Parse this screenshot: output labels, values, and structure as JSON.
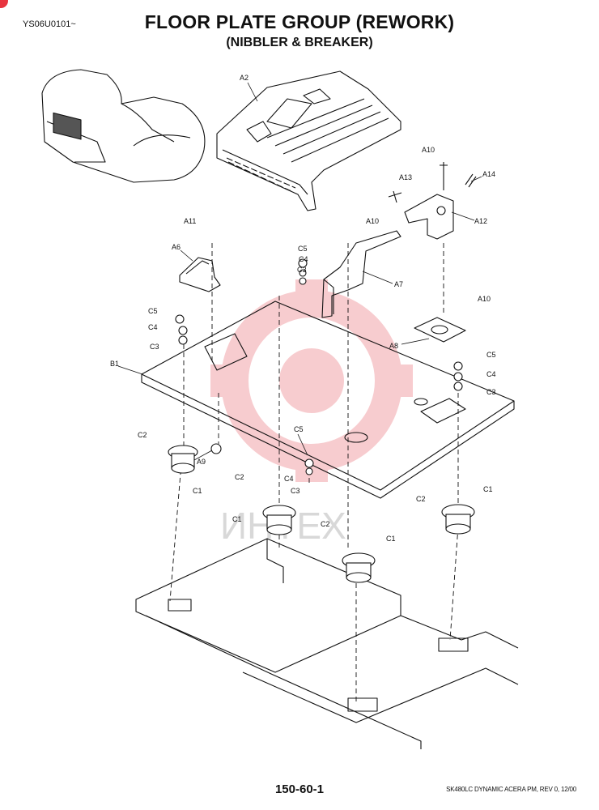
{
  "header": {
    "serial": "YS06U0101~",
    "title": "FLOOR PLATE GROUP (REWORK)",
    "subtitle": "(NIBBLER & BREAKER)"
  },
  "footer": {
    "page_number": "150-60-1",
    "model_note": "SK480LC DYNAMIC ACERA PM, REV 0, 12/00"
  },
  "watermark": {
    "text": "ИНТЕХ",
    "color": "#f2a3a8"
  },
  "labels": {
    "a2": "A2",
    "a6": "A6",
    "a7": "A7",
    "a8": "A8",
    "a9": "A9",
    "a10_top": "A10",
    "a10_mid": "A10",
    "a10_right": "A10",
    "a11": "A11",
    "a12": "A12",
    "a13": "A13",
    "a14": "A14",
    "b1": "B1",
    "c1_left": "C1",
    "c1_mid": "C1",
    "c1_center": "C1",
    "c1_right": "C1",
    "c2_left": "C2",
    "c2_mid": "C2",
    "c2_center": "C2",
    "c2_right": "C2",
    "c3_left": "C3",
    "c3_top": "C3",
    "c3_right": "C3",
    "c3_bottom": "C3",
    "c4_left": "C4",
    "c4_top": "C4",
    "c4_right": "C4",
    "c4_bottom": "C4",
    "c5_left": "C5",
    "c5_top": "C5",
    "c5_right": "C5",
    "c5_bottom": "C5"
  }
}
